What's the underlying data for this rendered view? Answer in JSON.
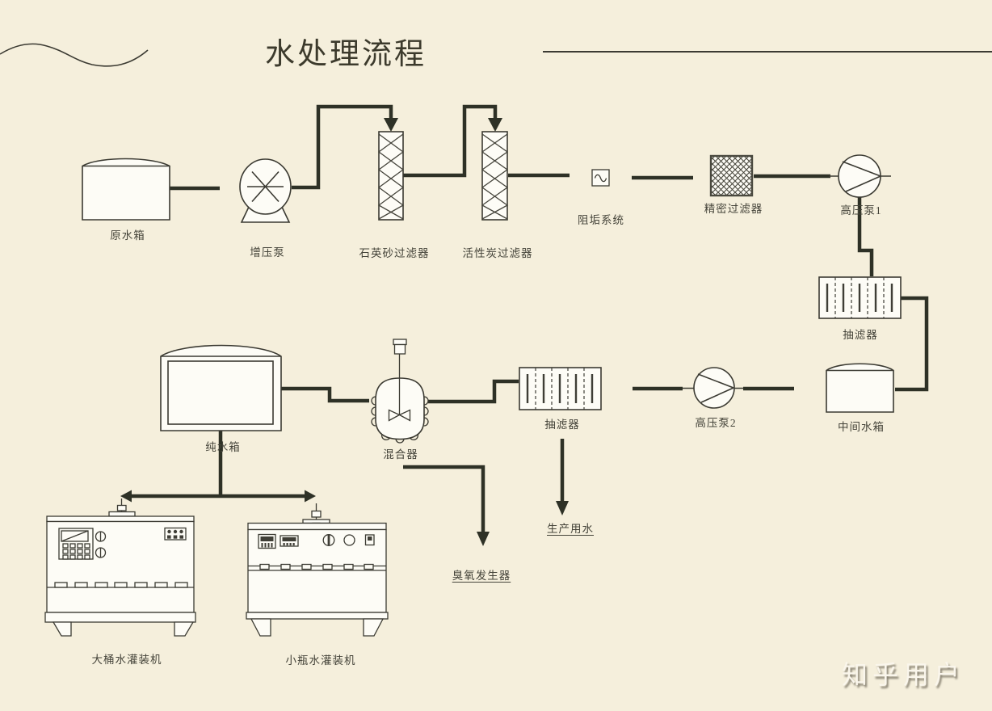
{
  "title": "水处理流程",
  "watermark": "知乎用户",
  "colors": {
    "background": "#f5efdc",
    "outline": "#3b3a32",
    "pipe": "#2e3126",
    "text": "#45443a",
    "shape_fill": "#fdfcf6",
    "watermark": "#faf6ec"
  },
  "labels": {
    "raw_water_tank": "原水箱",
    "booster_pump": "增压泵",
    "quartz_sand_filter": "石英砂过滤器",
    "activated_carbon_filter": "活性炭过滤器",
    "antiscaling_system": "阻垢系统",
    "precision_filter": "精密过滤器",
    "high_pressure_pump_1": "高压泵1",
    "suction_filter_1": "抽滤器",
    "intermediate_water_tank": "中间水箱",
    "high_pressure_pump_2": "高压泵2",
    "suction_filter_2": "抽滤器",
    "mixer": "混合器",
    "pure_water_tank": "纯水箱",
    "ozone_generator": "臭氧发生器",
    "production_water": "生产用水",
    "barrel_water_filling_machine": "大桶水灌装机",
    "bottle_water_filling_machine": "小瓶水灌装机"
  }
}
